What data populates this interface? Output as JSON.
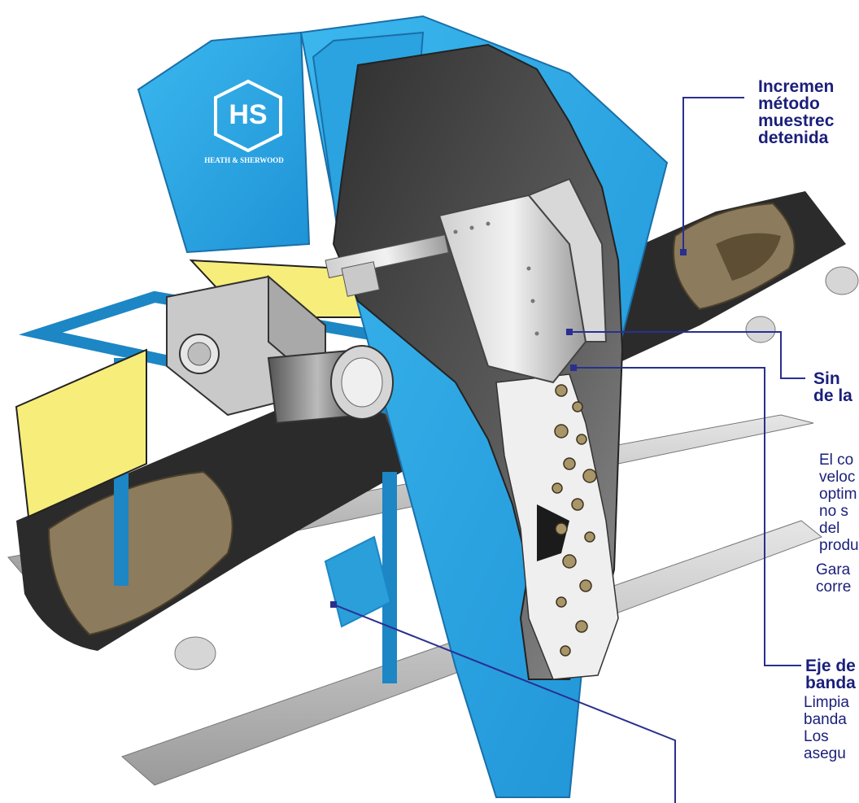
{
  "logo": {
    "initials": "HS",
    "brand": "HEATH & SHERWOOD"
  },
  "callouts": {
    "top": {
      "lines": [
        "Incremen",
        "método",
        "muestrec",
        "detenida"
      ]
    },
    "mid_title": {
      "lines": [
        "Sin",
        "de la"
      ]
    },
    "mid_body": {
      "lines": [
        "El co",
        "veloc",
        "optim",
        "no s",
        "del",
        "produ"
      ]
    },
    "mid_note": {
      "lines": [
        "Gara",
        "corre"
      ]
    },
    "bottom_title": {
      "lines": [
        "Eje de",
        "banda"
      ]
    },
    "bottom_body": {
      "lines": [
        "Limpia",
        "banda",
        "Los",
        "asegu"
      ]
    }
  },
  "colors": {
    "machine_blue": "#29a9e6",
    "dark_blue": "#1d86c4",
    "leader_line": "#2a2f8f",
    "ore": "#8c7b5c",
    "yellow_guard": "#f7ed7a"
  }
}
